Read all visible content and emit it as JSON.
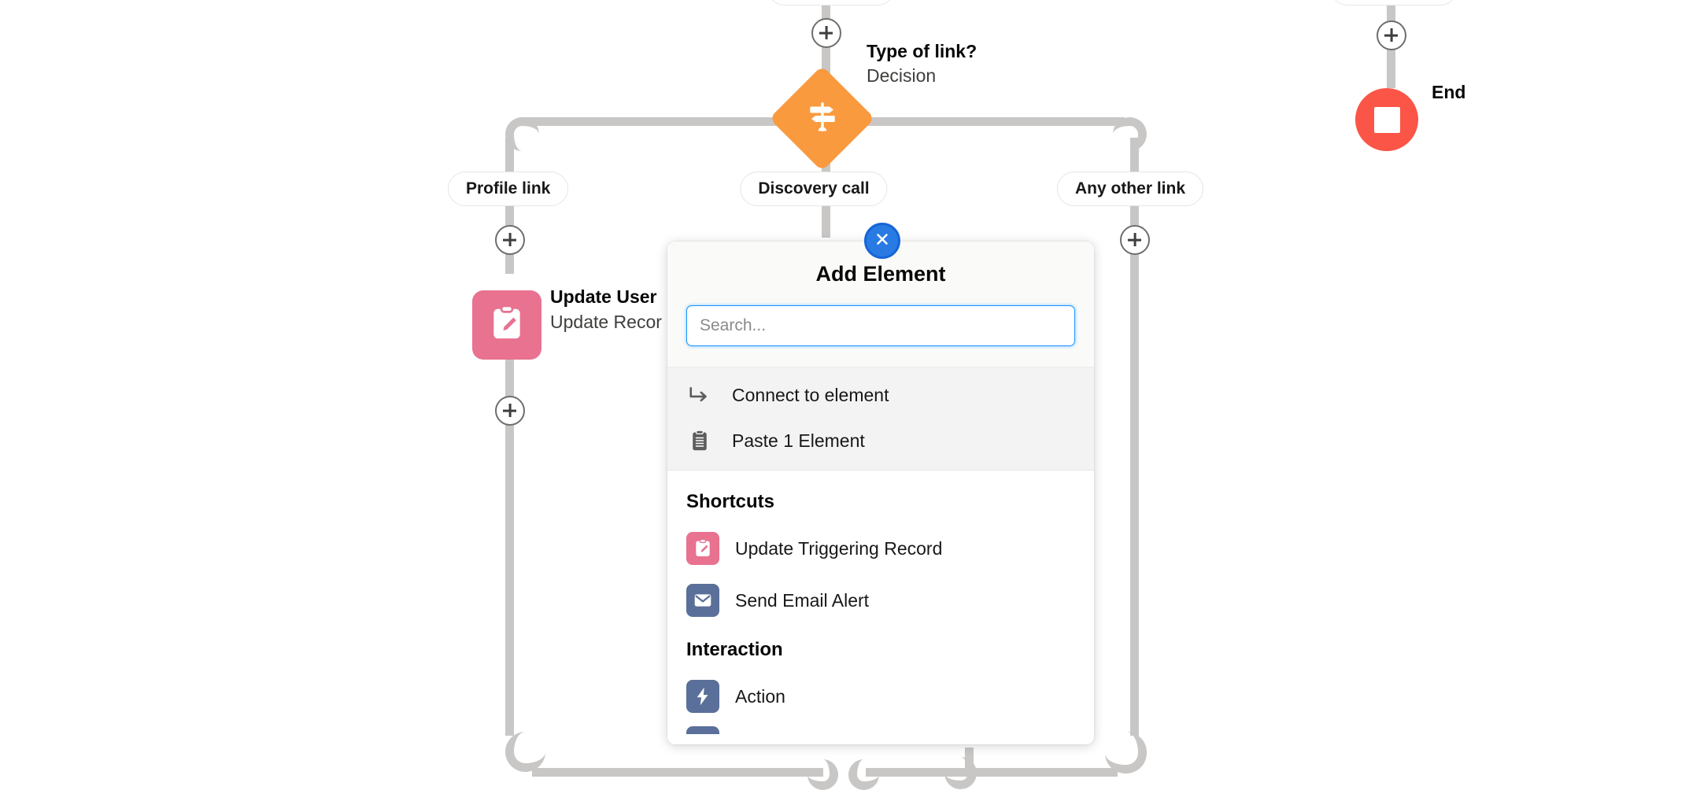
{
  "canvas": {
    "decision_node": {
      "title": "Type of link?",
      "subtitle": "Decision",
      "icon": "decision-signpost-icon",
      "color": "#f99a3e"
    },
    "update_node": {
      "title": "Update User",
      "subtitle": "Update Recor",
      "icon": "update-record-icon",
      "color": "#e8728f"
    },
    "end_node": {
      "label": "End",
      "icon": "stop-square-icon",
      "color": "#fa5546"
    },
    "branches": [
      {
        "label": "Profile link"
      },
      {
        "label": "Discovery call"
      },
      {
        "label": "Any other link"
      }
    ],
    "add_button_label": "+",
    "connector_color": "#c9c7c5"
  },
  "add_panel": {
    "title": "Add Element",
    "close_icon": "close-icon",
    "search": {
      "placeholder": "Search...",
      "value": ""
    },
    "quick_actions": [
      {
        "label": "Connect to element",
        "icon": "connect-arrow-icon"
      },
      {
        "label": "Paste 1 Element",
        "icon": "clipboard-paste-icon"
      }
    ],
    "sections": [
      {
        "heading": "Shortcuts",
        "items": [
          {
            "label": "Update Triggering Record",
            "icon": "update-record-icon",
            "color": "#e8728f"
          },
          {
            "label": "Send Email Alert",
            "icon": "envelope-icon",
            "color": "#5a6f99"
          }
        ]
      },
      {
        "heading": "Interaction",
        "items": [
          {
            "label": "Action",
            "icon": "lightning-bolt-icon",
            "color": "#5a6f99"
          }
        ]
      }
    ],
    "accent_color": "#1b96ff"
  }
}
